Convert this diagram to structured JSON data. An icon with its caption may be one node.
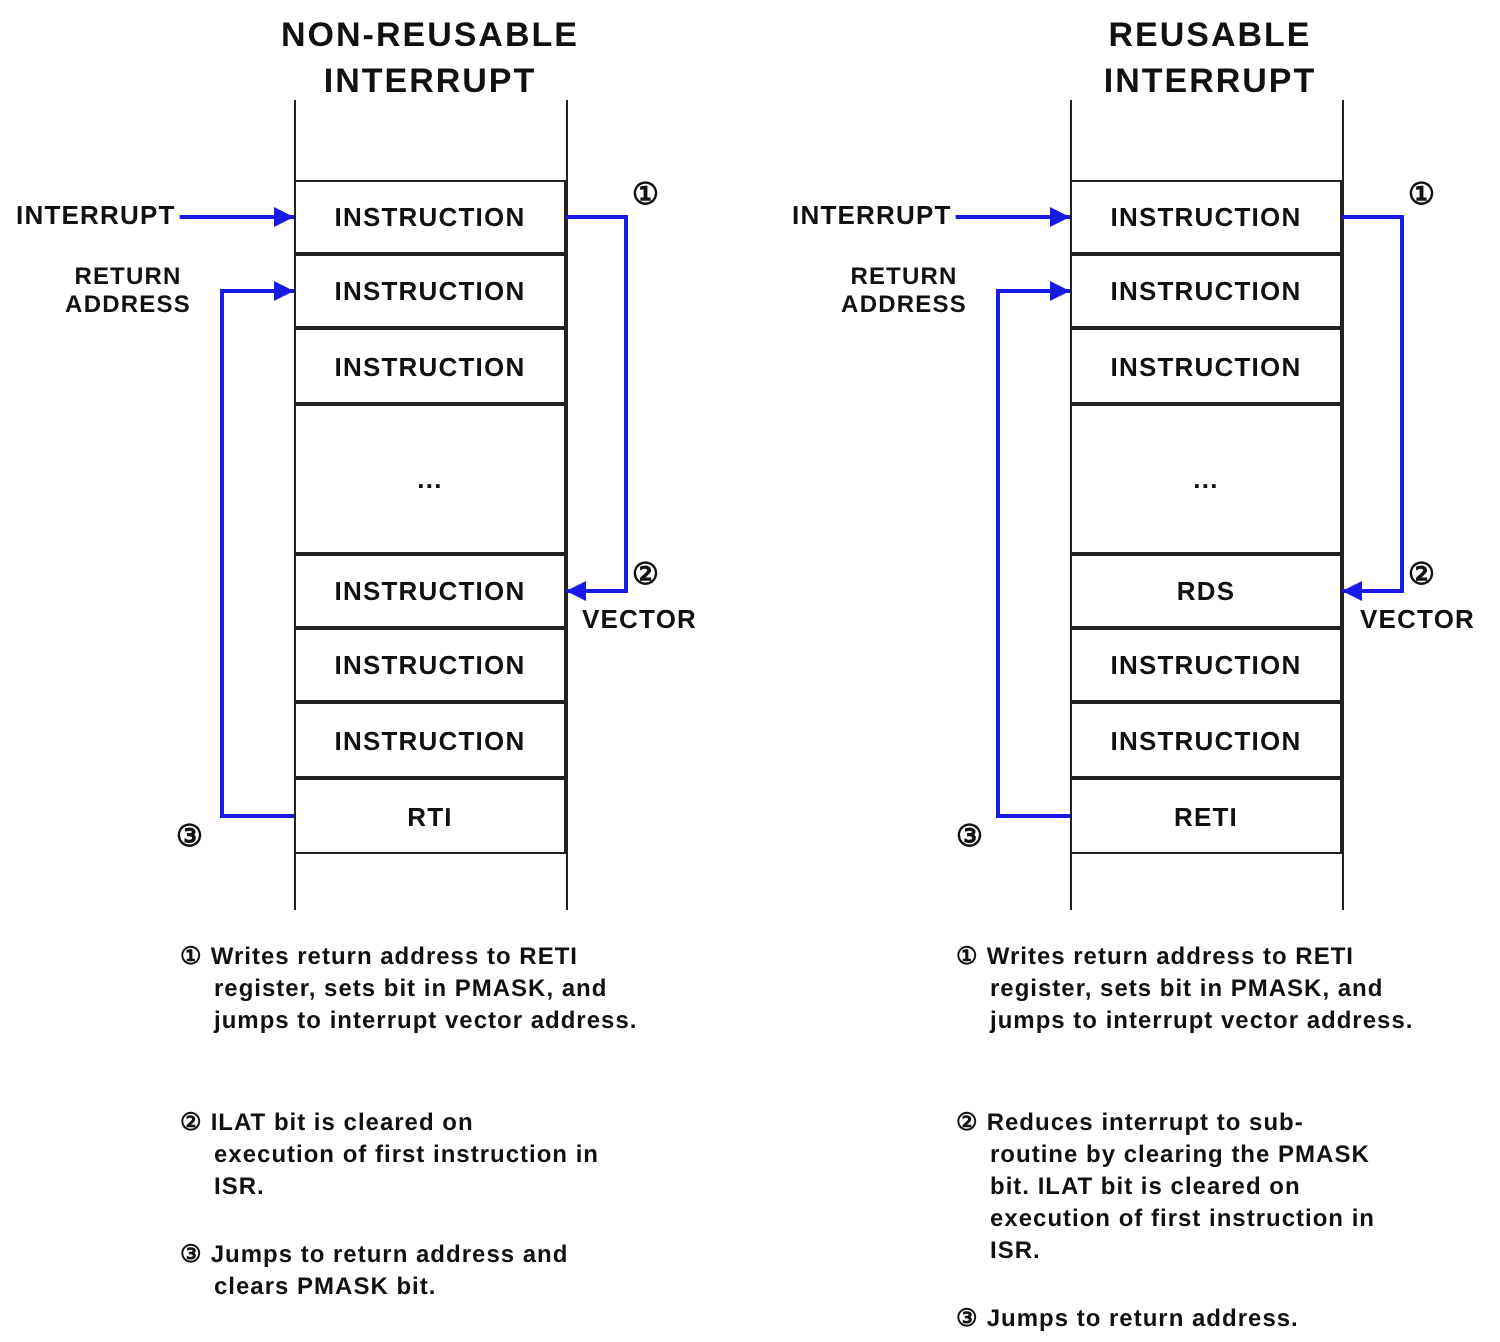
{
  "diagram": {
    "nodes": [
      {
        "text": [
          "INTERRUPT"
        ]
      },
      {
        "text": [
          "INSTRUCTION"
        ]
      },
      {
        "text": [
          "INSTRUCTION"
        ]
      },
      {
        "text": [
          "INSTRUCTION"
        ]
      },
      {
        "text": [
          "..."
        ]
      },
      {
        "text": [
          "INSTRUCTION"
        ]
      },
      {
        "text": [
          "INSTRUCTION"
        ]
      },
      {
        "text": [
          "INSTRUCTION"
        ]
      },
      {
        "text": [
          "RTI"
        ]
      },
      {
        "text": [
          "INTERRUPT"
        ]
      },
      {
        "text": [
          "INSTRUCTION"
        ]
      },
      {
        "text": [
          "INSTRUCTION"
        ]
      },
      {
        "text": [
          "INSTRUCTION"
        ]
      },
      {
        "text": [
          "..."
        ]
      },
      {
        "text": [
          "RDS"
        ]
      },
      {
        "text": [
          "INSTRUCTION"
        ]
      },
      {
        "text": [
          "INSTRUCTION"
        ]
      },
      {
        "text": [
          "RETI"
        ]
      }
    ],
    "edges": [
      {
        "from": 0,
        "to": 1,
        "arrow": "to"
      },
      {
        "from": 1,
        "to": 5,
        "arrow": "to"
      },
      {
        "from": 8,
        "to": 2,
        "arrow": "to"
      },
      {
        "from": 9,
        "to": 10,
        "arrow": "to"
      },
      {
        "from": 10,
        "to": 14,
        "arrow": "to"
      },
      {
        "from": 17,
        "to": 11,
        "arrow": "to"
      }
    ],
    "labels": [
      "NON-REUSABLE INTERRUPT",
      "RETURN ADDRESS",
      "①",
      "②",
      "VECTOR",
      "③",
      "① Writes return address to RETI register, sets bit in PMASK, and jumps to interrupt vector address.",
      "② ILAT bit is cleared on execution of first instruction in ISR.",
      "③ Jumps to return address and clears PMASK bit.",
      "REUSABLE INTERRUPT",
      "RETURN ADDRESS",
      "①",
      "②",
      "VECTOR",
      "③",
      "① Writes return address to RETI register, sets bit in PMASK, and jumps to interrupt vector address.",
      "② Reduces interrupt to sub-routine by clearing the PMASK bit. ILAT bit is cleared on execution of first instruction in ISR.",
      "③ Jumps to return address."
    ]
  }
}
